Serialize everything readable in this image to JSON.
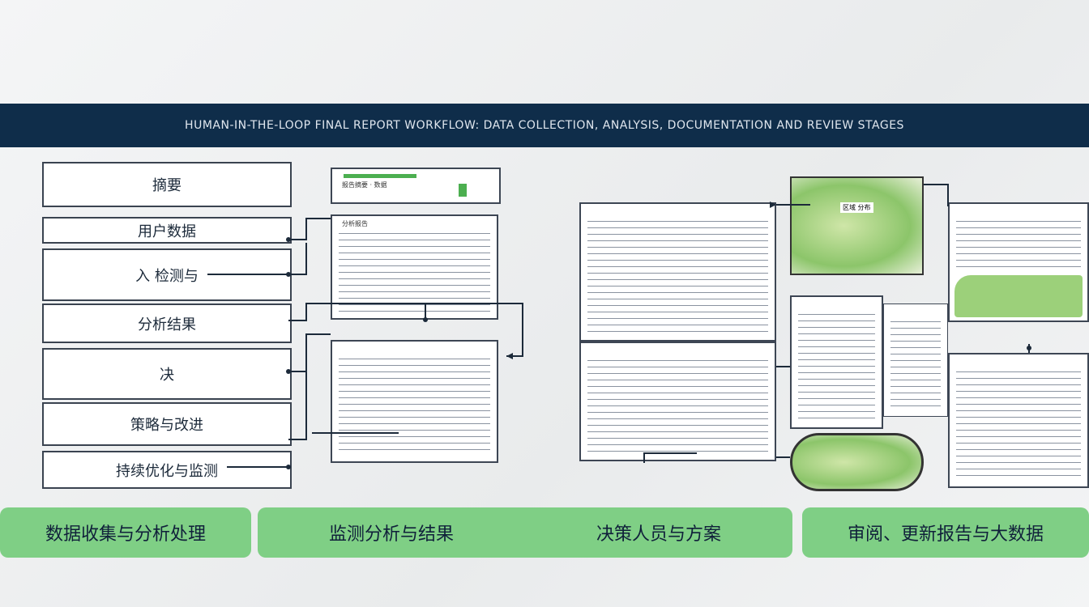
{
  "header": {
    "title": "HUMAN-IN-THE-LOOP FINAL REPORT WORKFLOW: DATA COLLECTION, ANALYSIS, DOCUMENTATION AND REVIEW STAGES"
  },
  "steps": [
    {
      "label": "摘要"
    },
    {
      "label": "用户数据"
    },
    {
      "label": "入 检测与"
    },
    {
      "label": "分析结果"
    },
    {
      "label": "决"
    },
    {
      "label": "策略与改进"
    },
    {
      "label": "持续优化与监测"
    }
  ],
  "docs": {
    "small_title": "报告摘要 · 数据",
    "doc_title": "分析报告",
    "map_label": "区域 分布"
  },
  "footer": [
    {
      "label": "数据收集与分析处理"
    },
    {
      "label": "监测分析与结果"
    },
    {
      "label": "决策人员与方案"
    },
    {
      "label": "审阅、更新报告与大数据"
    }
  ],
  "colors": {
    "header": "#0f2d4a",
    "green": "#7fcf85"
  }
}
